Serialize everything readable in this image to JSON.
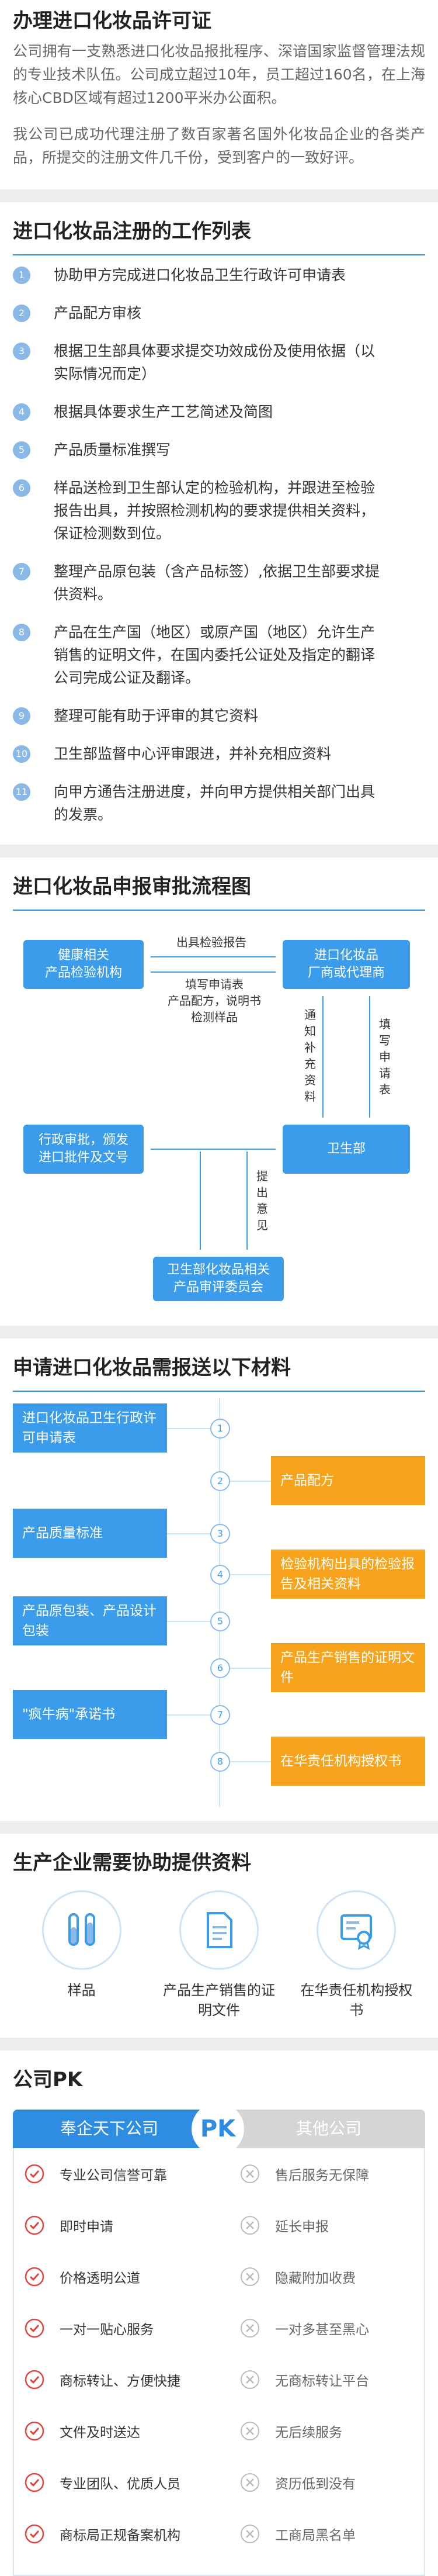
{
  "license": {
    "title": "办理进口化妆品许可证",
    "p1": "公司拥有一支熟悉进口化妆品报批程序、深谙国家监督管理法规的专业技术队伍。公司成立超过10年，员工超过160名，在上海核心CBD区域有超过1200平米办公面积。",
    "p2": "我公司已成功代理注册了数百家著名国外化妆品企业的各类产品，所提交的注册文件几千份，受到客户的一致好评。"
  },
  "worklist": {
    "title": "进口化妆品注册的工作列表",
    "items": [
      {
        "n": "1",
        "text": "协助甲方完成进口化妆品卫生行政许可申请表"
      },
      {
        "n": "2",
        "text": "产品配方审核"
      },
      {
        "n": "3",
        "text": "根据卫生部具体要求提交功效成份及使用依据（以实际情况而定）"
      },
      {
        "n": "4",
        "text": "根据具体要求生产工艺简述及简图"
      },
      {
        "n": "5",
        "text": "产品质量标准撰写"
      },
      {
        "n": "6",
        "text": "样品送检到卫生部认定的检验机构，并跟进至检验报告出具，并按照检测机构的要求提供相关资料，保证检测数到位。"
      },
      {
        "n": "7",
        "text": "整理产品原包装（含产品标签）,依据卫生部要求提供资料。"
      },
      {
        "n": "8",
        "text": "产品在生产国（地区）或原产国（地区）允许生产销售的证明文件，在国内委托公证处及指定的翻译公司完成公证及翻译。"
      },
      {
        "n": "9",
        "text": "整理可能有助于评审的其它资料"
      },
      {
        "n": "10",
        "text": "卫生部监督中心评审跟进，并补充相应资料"
      },
      {
        "n": "11",
        "text": "向甲方通告注册进度，并向甲方提供相关部门出具的发票。"
      }
    ]
  },
  "flow": {
    "title": "进口化妆品申报审批流程图",
    "box_lab": "健康相关\n产品检验机构",
    "box_company": "进口化妆品\n厂商或代理商",
    "box_moh": "卫生部",
    "box_admin": "行政审批，颁发\n进口批件及文号",
    "box_committee": "卫生部化妆品相关\n产品审评委员会",
    "lab_send": "出具检验报告",
    "lab_fill": "填写申请表\n产品配方，说明书\n检测样品",
    "lab_notify": "通\n知\n补\n充\n资\n料",
    "lab_apply": "填\n写\n申\n请\n表",
    "lab_opinion": "提\n出\n意\n见"
  },
  "materials": {
    "title": "申请进口化妆品需报送以下材料",
    "items": [
      {
        "n": "1",
        "text": "进口化妆品卫生行政许可申请表",
        "side": "left"
      },
      {
        "n": "2",
        "text": "产品配方",
        "side": "right"
      },
      {
        "n": "3",
        "text": "产品质量标准",
        "side": "left"
      },
      {
        "n": "4",
        "text": "检验机构出具的检验报告及相关资料",
        "side": "right"
      },
      {
        "n": "5",
        "text": "产品原包装、产品设计包装",
        "side": "left"
      },
      {
        "n": "6",
        "text": "产品生产销售的证明文件",
        "side": "right"
      },
      {
        "n": "7",
        "text": "\"疯牛病\"承诺书",
        "side": "left"
      },
      {
        "n": "8",
        "text": "在华责任机构授权书",
        "side": "right"
      }
    ]
  },
  "needs": {
    "title": "生产企业需要协助提供资料",
    "items": [
      {
        "icon": "test-tube-icon",
        "label": "样品"
      },
      {
        "icon": "document-icon",
        "label": "产品生产销售的证明文件"
      },
      {
        "icon": "certificate-icon",
        "label": "在华责任机构授权书"
      }
    ]
  },
  "pk": {
    "title": "公司PK",
    "left": "奉企天下公司",
    "badge": "PK",
    "right": "其他公司",
    "rows": [
      {
        "l": "专业公司信誉可靠",
        "r": "售后服务无保障"
      },
      {
        "l": "即时申请",
        "r": "延长申报"
      },
      {
        "l": "价格透明公道",
        "r": "隐藏附加收费"
      },
      {
        "l": "一对一贴心服务",
        "r": "一对多甚至黑心"
      },
      {
        "l": "商标转让、方便快捷",
        "r": "无商标转让平台"
      },
      {
        "l": "文件及时送达",
        "r": "无后续服务"
      },
      {
        "l": "专业团队、优质人员",
        "r": "资历低到没有"
      },
      {
        "l": "商标局正规备案机构",
        "r": "工商局黑名单"
      }
    ]
  },
  "colors": {
    "blue": "#3a9cea",
    "orange": "#f7a41c",
    "red": "#e0443e"
  }
}
